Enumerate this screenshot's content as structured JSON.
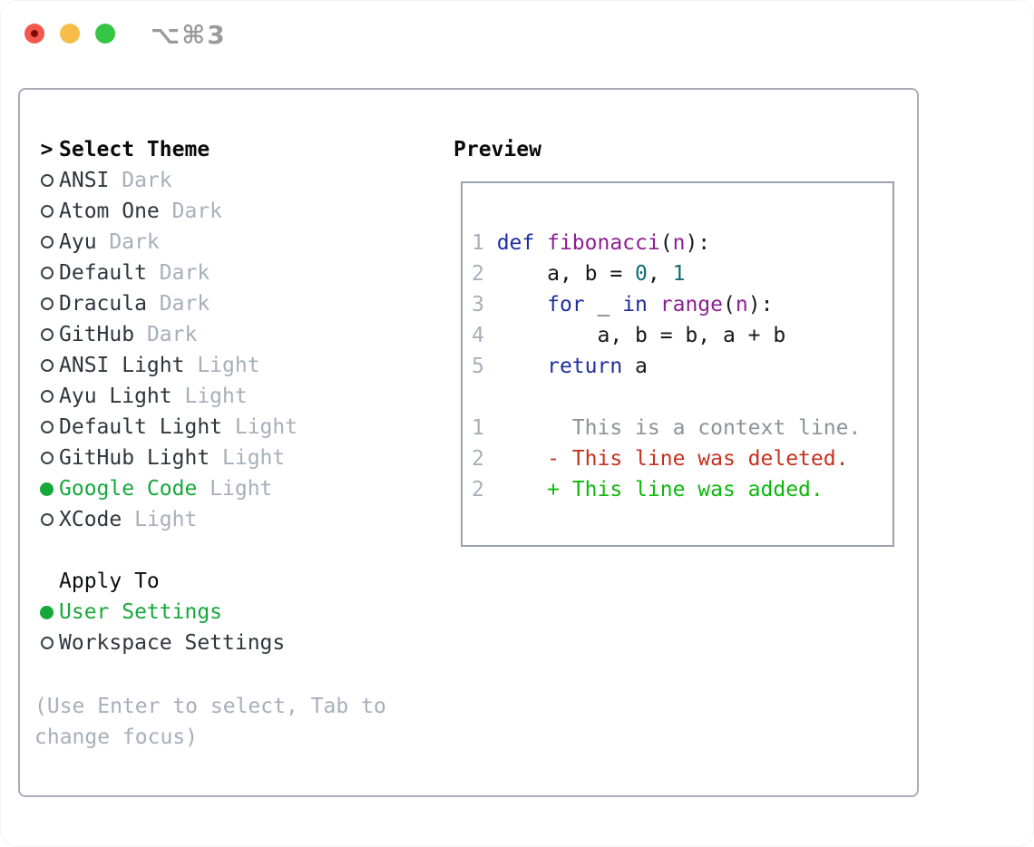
{
  "window": {
    "title": "⌥⌘3",
    "traffic_colors": {
      "close": "#f4574e",
      "minimize": "#f7bd4a",
      "zoom": "#35c646"
    }
  },
  "colors": {
    "selection_green": "#16a83a",
    "keyword_blue": "#1e2f9f",
    "type_purple": "#8d1f93",
    "literal_teal": "#0e6e72",
    "diff_red": "#c5311d",
    "diff_green": "#0db80d",
    "muted_gray": "#a7afba",
    "panel_border": "#a6adb6"
  },
  "theme_list": {
    "header_marker": ">",
    "header": "Select Theme",
    "items": [
      {
        "name": "ANSI",
        "variant": "Dark",
        "selected": false
      },
      {
        "name": "Atom One",
        "variant": "Dark",
        "selected": false
      },
      {
        "name": "Ayu",
        "variant": "Dark",
        "selected": false
      },
      {
        "name": "Default",
        "variant": "Dark",
        "selected": false
      },
      {
        "name": "Dracula",
        "variant": "Dark",
        "selected": false
      },
      {
        "name": "GitHub",
        "variant": "Dark",
        "selected": false
      },
      {
        "name": "ANSI Light",
        "variant": "Light",
        "selected": false
      },
      {
        "name": "Ayu Light",
        "variant": "Light",
        "selected": false
      },
      {
        "name": "Default Light",
        "variant": "Light",
        "selected": false
      },
      {
        "name": "GitHub Light",
        "variant": "Light",
        "selected": false
      },
      {
        "name": "Google Code",
        "variant": "Light",
        "selected": true
      },
      {
        "name": "XCode",
        "variant": "Light",
        "selected": false
      }
    ]
  },
  "apply_to": {
    "header": "Apply To",
    "options": [
      {
        "label": "User Settings",
        "selected": true
      },
      {
        "label": "Workspace Settings",
        "selected": false
      }
    ]
  },
  "help_text": "(Use Enter to select, Tab to\nchange focus)",
  "preview": {
    "title": "Preview",
    "code_lines": [
      {
        "num": "1",
        "tokens": [
          {
            "c": "kw",
            "t": "def "
          },
          {
            "c": "ty",
            "t": "fibonacci"
          },
          {
            "c": "pl",
            "t": "("
          },
          {
            "c": "ty",
            "t": "n"
          },
          {
            "c": "pl",
            "t": "):"
          }
        ]
      },
      {
        "num": "2",
        "tokens": [
          {
            "c": "pl",
            "t": "    a, b = "
          },
          {
            "c": "lit",
            "t": "0"
          },
          {
            "c": "pl",
            "t": ", "
          },
          {
            "c": "lit",
            "t": "1"
          }
        ]
      },
      {
        "num": "3",
        "tokens": [
          {
            "c": "pl",
            "t": "    "
          },
          {
            "c": "kw",
            "t": "for"
          },
          {
            "c": "pl",
            "t": " _ "
          },
          {
            "c": "kw",
            "t": "in"
          },
          {
            "c": "pl",
            "t": " "
          },
          {
            "c": "ty",
            "t": "range"
          },
          {
            "c": "pl",
            "t": "("
          },
          {
            "c": "ty",
            "t": "n"
          },
          {
            "c": "pl",
            "t": "):"
          }
        ]
      },
      {
        "num": "4",
        "tokens": [
          {
            "c": "pl",
            "t": "        a, b = b, a + b"
          }
        ]
      },
      {
        "num": "5",
        "tokens": [
          {
            "c": "pl",
            "t": "    "
          },
          {
            "c": "kw",
            "t": "return"
          },
          {
            "c": "pl",
            "t": " a"
          }
        ]
      }
    ],
    "diff_lines": [
      {
        "num": "1",
        "kind": "context",
        "text": "      This is a context line."
      },
      {
        "num": "2",
        "kind": "deleted",
        "text": "    - This line was deleted."
      },
      {
        "num": "2",
        "kind": "added",
        "text": "    + This line was added."
      }
    ]
  }
}
